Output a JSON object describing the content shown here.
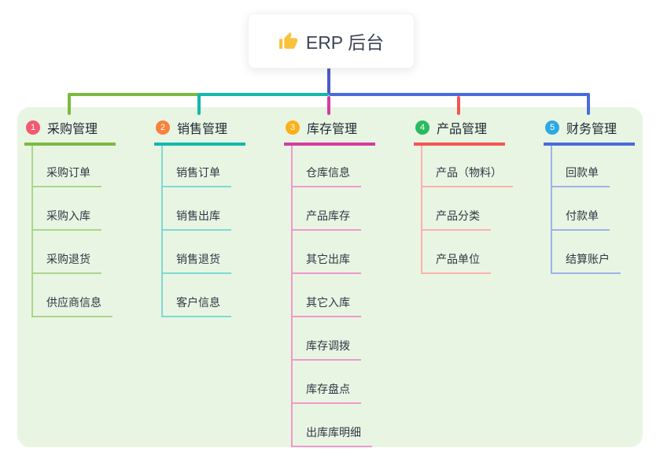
{
  "root": {
    "label": "ERP 后台",
    "icon": "thumbs-up",
    "icon_color": "#F9C23C"
  },
  "panel": {
    "background": "#E8F5E3"
  },
  "connector": {
    "root_line_color": "#4A5BC8"
  },
  "branches": [
    {
      "index": "1",
      "label": "采购管理",
      "badge_color": "#F4596F",
      "line_color": "#7CBA3F",
      "child_line_color": "#ABD689",
      "children": [
        "采购订单",
        "采购入库",
        "采购退货",
        "供应商信息"
      ]
    },
    {
      "index": "2",
      "label": "销售管理",
      "badge_color": "#F6823D",
      "line_color": "#14B8AC",
      "child_line_color": "#7EDAD2",
      "children": [
        "销售订单",
        "销售出库",
        "销售退货",
        "客户信息"
      ]
    },
    {
      "index": "3",
      "label": "库存管理",
      "badge_color": "#FAB018",
      "line_color": "#D63BA0",
      "child_line_color": "#F198CC",
      "children": [
        "仓库信息",
        "产品库存",
        "其它出库",
        "其它入库",
        "库存调拨",
        "库存盘点",
        "出库库明细"
      ]
    },
    {
      "index": "4",
      "label": "产品管理",
      "badge_color": "#2ABA5E",
      "line_color": "#F5564E",
      "child_line_color": "#FCB1AD",
      "children": [
        "产品（物料）",
        "产品分类",
        "产品单位"
      ]
    },
    {
      "index": "5",
      "label": "财务管理",
      "badge_color": "#2CA9E1",
      "line_color": "#4A6BDB",
      "child_line_color": "#9FB3E8",
      "children": [
        "回款单",
        "付款单",
        "结算账户"
      ]
    }
  ]
}
